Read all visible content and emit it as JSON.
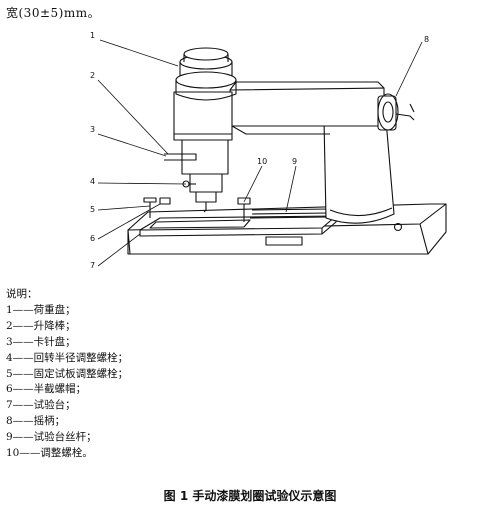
{
  "top_text": "宽(30±5)mm。",
  "callouts": [
    "1",
    "2",
    "3",
    "4",
    "5",
    "6",
    "7",
    "8",
    "9",
    "10"
  ],
  "legend": {
    "title": "说明：",
    "items": [
      "1——荷重盘；",
      "2——升降棒；",
      "3——卡针盘；",
      "4——回转半径调整螺栓；",
      "5——固定试板调整螺栓；",
      "6——半截螺帽；",
      "7——试验台；",
      "8——摇柄；",
      "9——试验台丝杆；",
      "10——调整螺栓。"
    ]
  },
  "caption": "图 1    手动漆膜划圈试验仪示意图"
}
